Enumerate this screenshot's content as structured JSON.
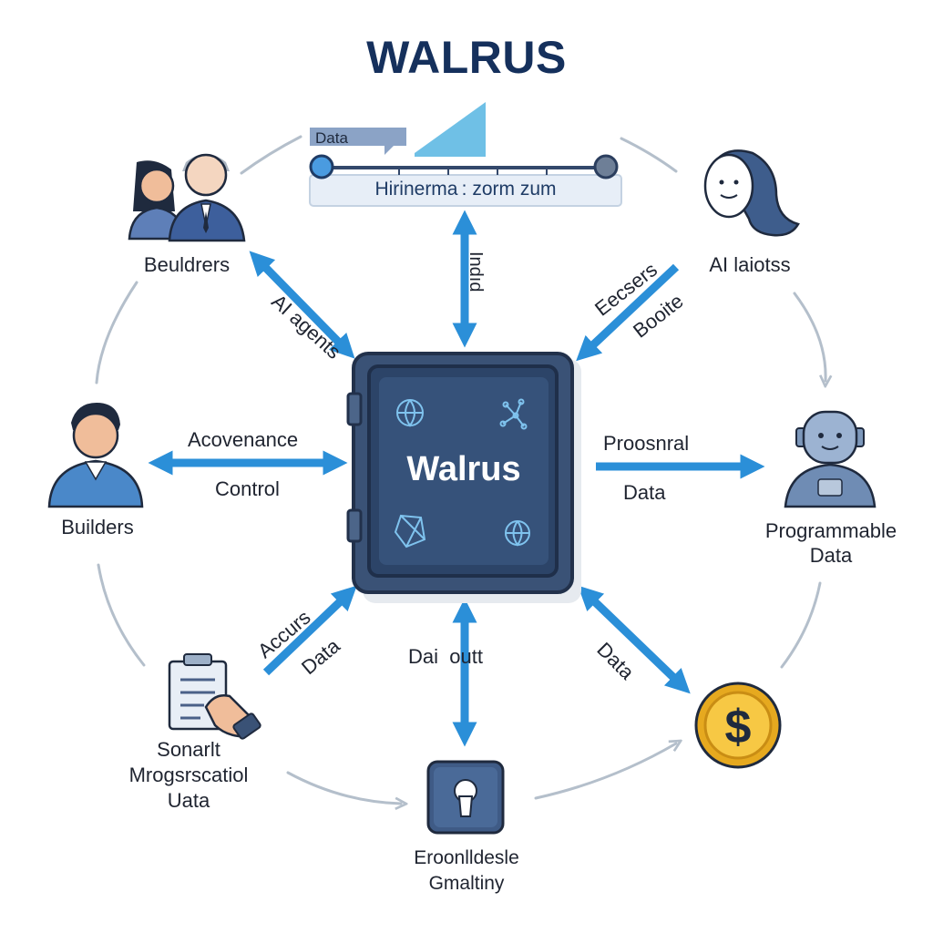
{
  "title": "WALRUS",
  "center": {
    "label": "Walrus"
  },
  "timeline": {
    "tag": "Data",
    "caption": "Hirinerma : zorm zum"
  },
  "nodes": {
    "top_left": {
      "label": "Beuldrers"
    },
    "top_right": {
      "label": "AI laiotss"
    },
    "left": {
      "label": "Builders"
    },
    "right": {
      "label_line1": "Programmable",
      "label_line2": "Data"
    },
    "bottom_left": {
      "label_line1": "Sonarlt",
      "label_line2": "Mrogsrscatiol",
      "label_line3": "Uata"
    },
    "bottom": {
      "label_line1": "Eroonlldesle",
      "label_line2": "Gmaltiny"
    },
    "bottom_right": {
      "symbol": "$"
    }
  },
  "edges": {
    "top_left": "AI agents",
    "top_vertical": "Indıd",
    "top_right_line1": "Eecsers",
    "top_right_line2": "Booite",
    "left_line1": "Acovenance",
    "left_line2": "Control",
    "right_line1": "Proosnral",
    "right_line2": "Data",
    "bottom_left_line1": "Accurs",
    "bottom_left_line2": "Data",
    "bottom_vertical": "Dai  outt",
    "bottom_right": "Data"
  },
  "colors": {
    "title": "#15305c",
    "arrow": "#2b8fd8",
    "vault": "#2f4466",
    "ring": "#b4bfcb",
    "coin": "#f2b92a"
  },
  "icons": [
    "people-icon",
    "ai-person-icon",
    "user-icon",
    "robot-icon",
    "document-icon",
    "padlock-icon",
    "dollar-coin-icon",
    "vault-icon",
    "timeline-slider-icon"
  ]
}
